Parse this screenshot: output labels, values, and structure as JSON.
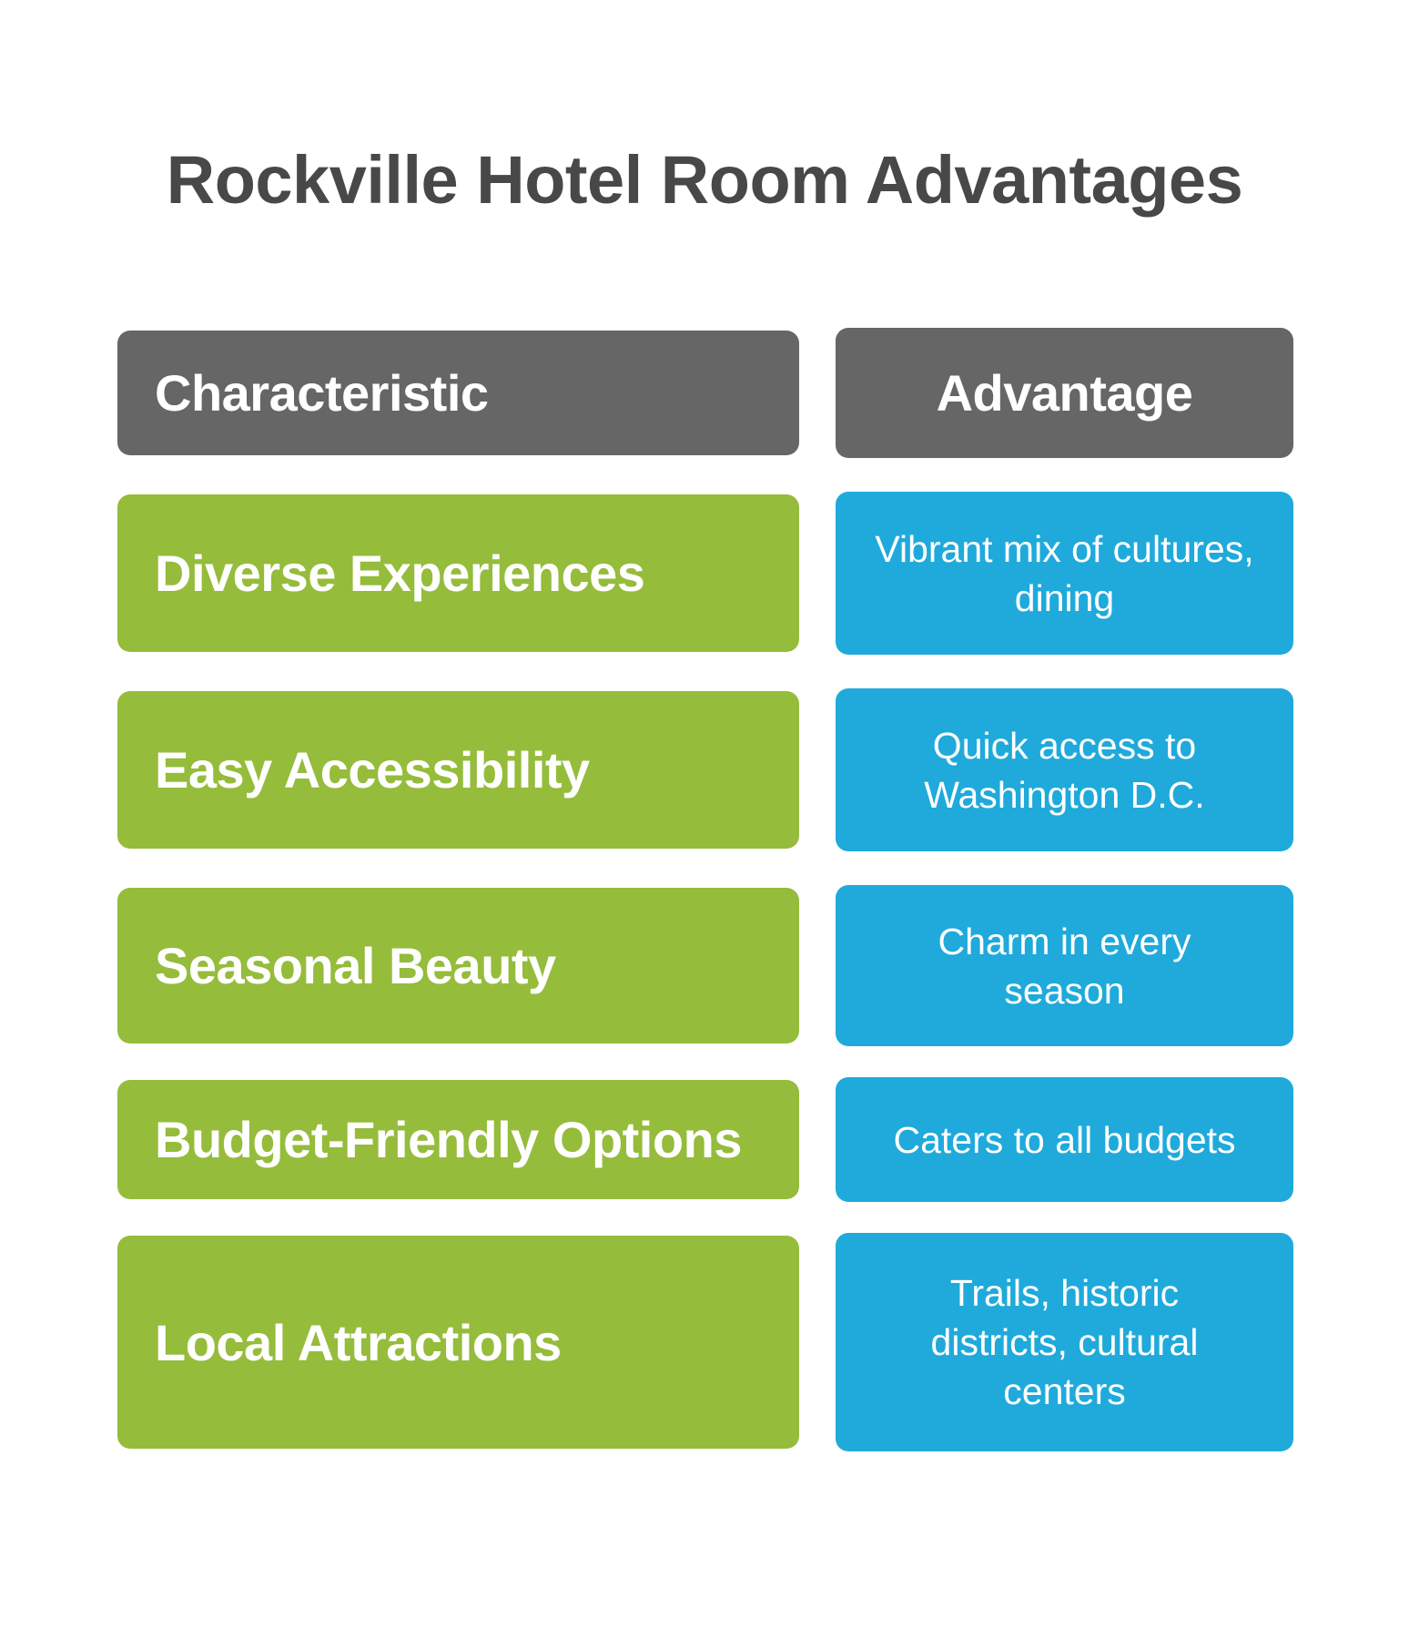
{
  "title": "Rockville Hotel Room Advantages",
  "colors": {
    "title": "#484848",
    "header": "#666666",
    "characteristic": "#95BC3B",
    "advantage": "#1FAADB",
    "text_on_box": "#FFFFFF"
  },
  "headers": {
    "characteristic": "Characteristic",
    "advantage": "Advantage"
  },
  "rows": [
    {
      "characteristic": "Diverse Experiences",
      "advantage": "Vibrant mix of cultures, dining"
    },
    {
      "characteristic": "Easy Accessibility",
      "advantage": "Quick access to Washington D.C."
    },
    {
      "characteristic": "Seasonal Beauty",
      "advantage": "Charm in every season"
    },
    {
      "characteristic": "Budget-Friendly Options",
      "advantage": "Caters to all budgets"
    },
    {
      "characteristic": "Local Attractions",
      "advantage": "Trails, historic districts, cultural centers"
    }
  ]
}
